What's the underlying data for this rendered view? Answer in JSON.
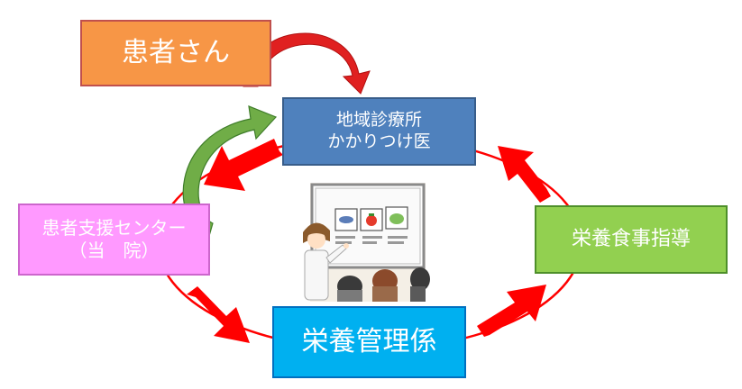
{
  "nodes": {
    "patient": "患者さん",
    "clinic": [
      "地域診療所",
      "かかりつけ医"
    ],
    "support_center": [
      "患者支援センター",
      "（当　院）"
    ],
    "nutrition_management": "栄養管理係",
    "nutrition_guidance": "栄養食事指導"
  },
  "edges": [
    {
      "from": "patient",
      "to": "clinic",
      "color": "#e02020"
    },
    {
      "from": "clinic",
      "to": "support_center",
      "color": "#ff0000"
    },
    {
      "from": "support_center",
      "to": "nutrition_management",
      "color": "#ff0000"
    },
    {
      "from": "nutrition_management",
      "to": "nutrition_guidance",
      "color": "#ff0000"
    },
    {
      "from": "nutrition_guidance",
      "to": "clinic",
      "color": "#ff0000"
    },
    {
      "from": "support_center",
      "to": "clinic",
      "color": "#70ad47"
    }
  ],
  "colors": {
    "patient": "#f79646",
    "clinic": "#4f81bd",
    "support_center": "#ff99ff",
    "nutrition_management": "#00b0f0",
    "nutrition_guidance": "#92d050",
    "cycle_line": "#ff0000",
    "arrow_red": "#ff0000",
    "arrow_green": "#70ad47"
  },
  "illustration": "dietitian-lecture-illustration"
}
